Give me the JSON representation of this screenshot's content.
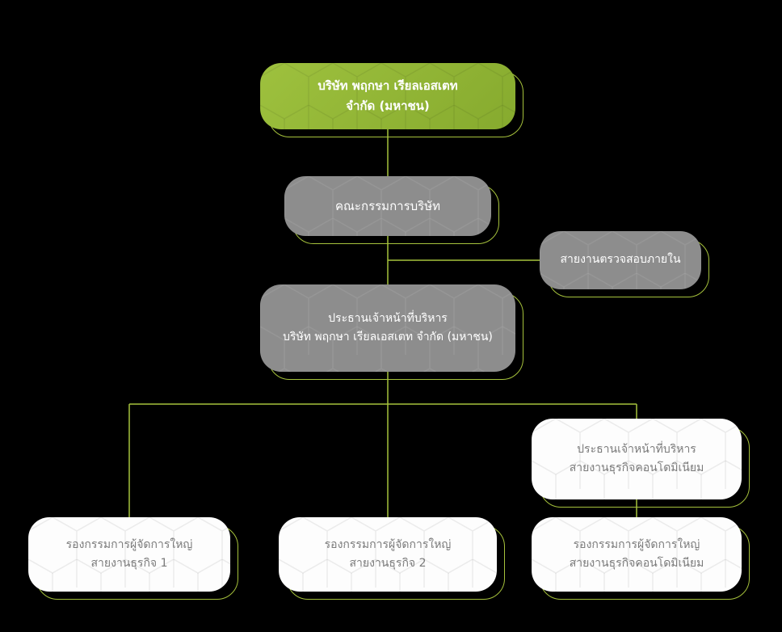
{
  "org_chart": {
    "title": "",
    "colors": {
      "background": "#000000",
      "accent_line": "#a6c23c",
      "company_box": "#8fb636",
      "management_box": "#8d8d8d",
      "division_box": "#fdfdfd",
      "light_text": "#ffffff",
      "dark_text": "#7b7b7b"
    },
    "nodes": [
      {
        "id": "company",
        "line1": "บริษัท พฤกษา เรียลเอสเตท",
        "line2": "จำกัด (มหาชน)"
      },
      {
        "id": "board",
        "line1": "คณะกรรมการบริษัท"
      },
      {
        "id": "internal-audit",
        "line1": "สายงานตรวจสอบภายใน"
      },
      {
        "id": "ceo",
        "line1": "ประธานเจ้าหน้าที่บริหาร",
        "line2": "บริษัท พฤกษา เรียลเอสเตท จำกัด (มหาชน)"
      },
      {
        "id": "condo-ceo",
        "line1": "ประธานเจ้าหน้าที่บริหาร",
        "line2": "สายงานธุรกิจคอนโดมิเนียม"
      },
      {
        "id": "evp-business-1",
        "line1": "รองกรรมการผู้จัดการใหญ่",
        "line2": "สายงานธุรกิจ 1"
      },
      {
        "id": "evp-business-2",
        "line1": "รองกรรมการผู้จัดการใหญ่",
        "line2": "สายงานธุรกิจ 2"
      },
      {
        "id": "evp-condo",
        "line1": "รองกรรมการผู้จัดการใหญ่",
        "line2": "สายงานธุรกิจคอนโดมิเนียม"
      }
    ],
    "edges": [
      {
        "from": "company",
        "to": "board"
      },
      {
        "from": "board",
        "to": "ceo"
      },
      {
        "from": "board",
        "to": "internal-audit"
      },
      {
        "from": "ceo",
        "to": "evp-business-1"
      },
      {
        "from": "ceo",
        "to": "evp-business-2"
      },
      {
        "from": "ceo",
        "to": "condo-ceo"
      },
      {
        "from": "condo-ceo",
        "to": "evp-condo"
      }
    ]
  }
}
